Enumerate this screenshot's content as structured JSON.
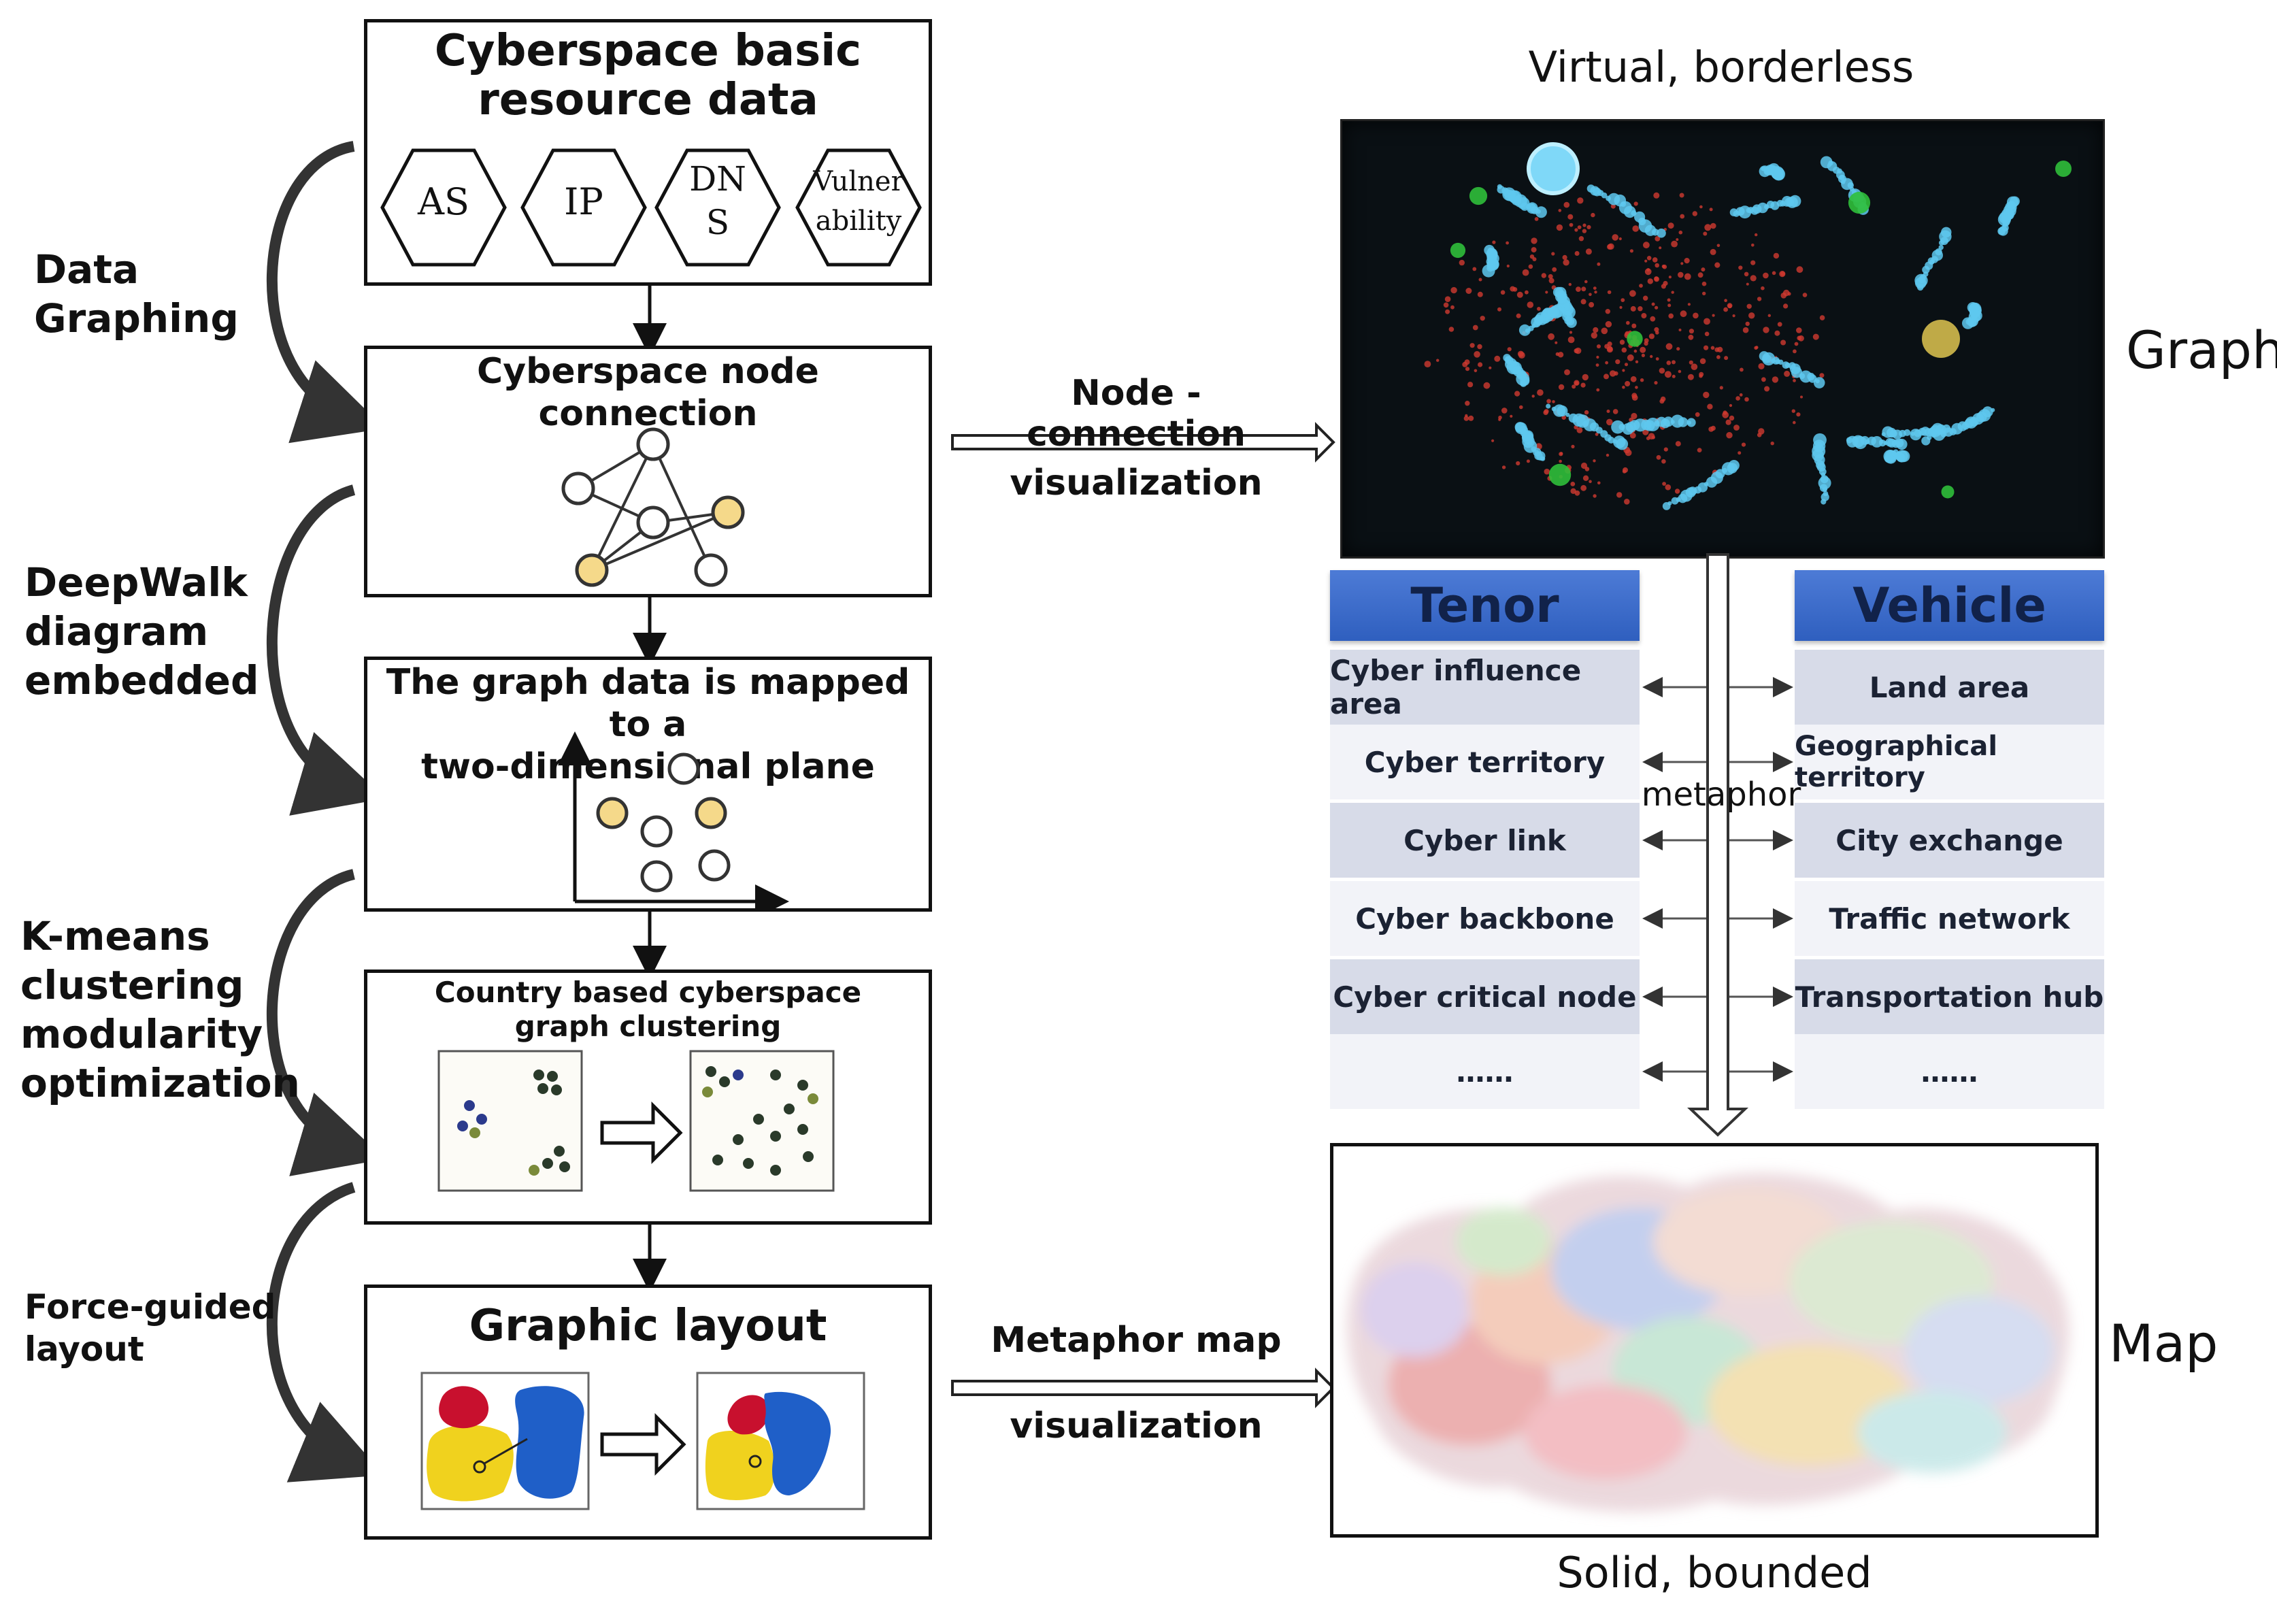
{
  "left_steps": {
    "data_graphing": [
      "Data",
      "Graphing"
    ],
    "deepwalk": [
      "DeepWalk",
      "diagram",
      "embedded"
    ],
    "kmeans": [
      "K-means",
      "clustering",
      "modularity",
      "optimization"
    ],
    "force": [
      "Force-guided",
      "layout"
    ]
  },
  "boxes": {
    "resource": {
      "title": [
        "Cyberspace basic",
        "resource data"
      ],
      "hexagons": [
        {
          "lines": [
            "AS"
          ]
        },
        {
          "lines": [
            "IP"
          ]
        },
        {
          "lines": [
            "DN",
            "S"
          ]
        },
        {
          "lines": [
            "Vulner",
            "ability"
          ]
        }
      ]
    },
    "node_connection": {
      "title": [
        "Cyberspace node",
        "connection"
      ]
    },
    "mapped": {
      "title": [
        "The graph data is mapped to a",
        "two-dimensional plane"
      ]
    },
    "clustering": {
      "title": [
        "Country based cyberspace",
        "graph clustering"
      ]
    },
    "layout": {
      "title": "Graphic layout"
    }
  },
  "arrows": {
    "node_connection": [
      "Node - connection",
      "visualization"
    ],
    "metaphor_map": [
      "Metaphor map",
      "visualization"
    ]
  },
  "right": {
    "top_caption": "Virtual, borderless",
    "graph_label": "Graph",
    "map_label": "Map",
    "bottom_caption": "Solid, bounded",
    "metaphor_label": "metaphor"
  },
  "table": {
    "left_header": "Tenor",
    "right_header": "Vehicle",
    "rows": [
      {
        "left": "Cyber influence area",
        "right": "Land area"
      },
      {
        "left": "Cyber territory",
        "right": "Geographical territory"
      },
      {
        "left": "Cyber link",
        "right": "City exchange"
      },
      {
        "left": "Cyber backbone",
        "right": "Traffic network"
      },
      {
        "left": "Cyber critical node",
        "right": "Transportation hub"
      },
      {
        "left": "……",
        "right": "……"
      }
    ]
  },
  "colors": {
    "header_blue": "#3c69c8",
    "node_yellow": "#f5d98a",
    "cluster_red": "#c8102e",
    "cluster_blue": "#1f5fc8",
    "cluster_yellow": "#f0d21e",
    "graph_cyan": "#5ec8ee",
    "graph_red": "#d03a30",
    "graph_green": "#2fbf3a"
  }
}
